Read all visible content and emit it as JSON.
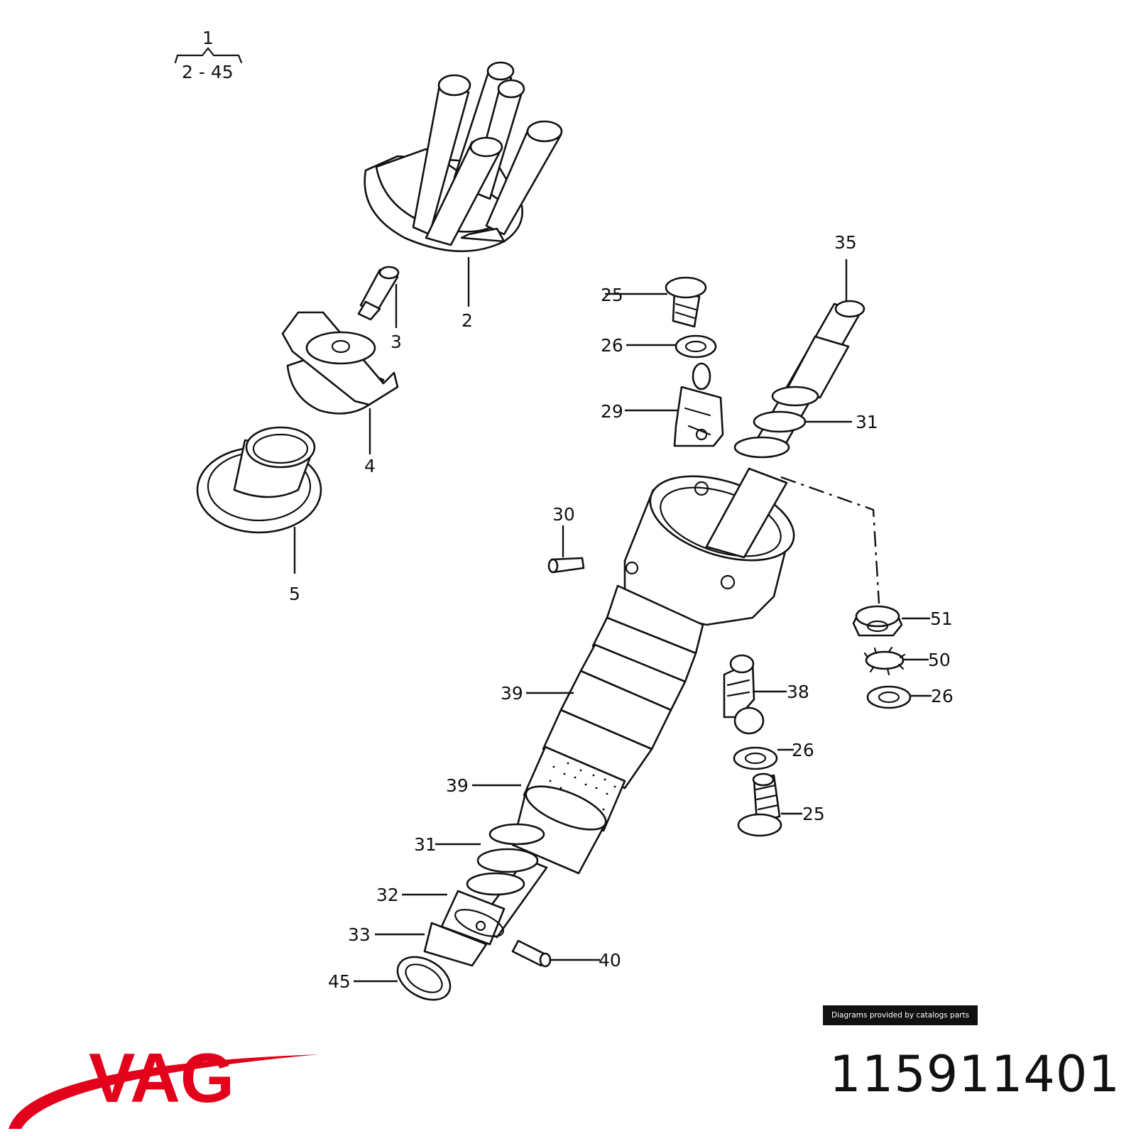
{
  "diagram": {
    "group_label": {
      "number": "1",
      "range": "2 - 45"
    },
    "callouts": [
      "2",
      "3",
      "4",
      "5",
      "25",
      "26",
      "29",
      "35",
      "31",
      "30",
      "51",
      "50",
      "26",
      "39",
      "38",
      "26",
      "39",
      "25",
      "31",
      "32",
      "33",
      "40",
      "45"
    ]
  },
  "credit": "Diagrams provided by catalogs parts",
  "brand": {
    "name": "VAG",
    "color": "#e2001a"
  },
  "part_number": "115911401"
}
